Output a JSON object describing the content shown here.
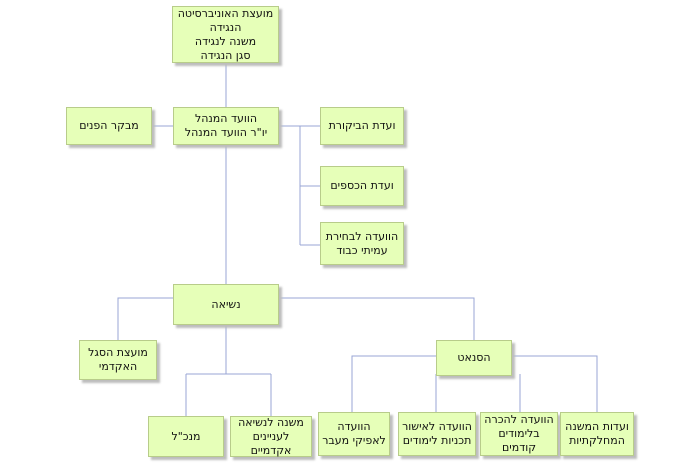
{
  "colors": {
    "box_fill": "#e6ffb8",
    "box_border": "#b8cc8a",
    "connector": "#98a6d4",
    "shadow": "#bdbdbd"
  },
  "nodes": {
    "university_council": {
      "lines": [
        "מועצת האוניברסיטה",
        "הנגידה",
        "משנה לנגידה",
        "סגן הנגידה"
      ]
    },
    "board": {
      "lines": [
        "הוועד המנהל",
        "יו\"ר הוועד המנהל"
      ]
    },
    "ombudsman": {
      "lines": [
        "מבקר הפנים"
      ]
    },
    "audit_committee": {
      "lines": [
        "ועדת הביקורת"
      ]
    },
    "finance_committee": {
      "lines": [
        "ועדת הכספים"
      ]
    },
    "honorary_committee": {
      "lines": [
        "הוועדה לבחירת",
        "עמיתי כבוד"
      ]
    },
    "president": {
      "lines": [
        "נשיאה"
      ]
    },
    "academic_staff_council": {
      "lines": [
        "מועצת הסגל",
        "האקדמי"
      ]
    },
    "senate": {
      "lines": [
        "הסנאט"
      ]
    },
    "director_general": {
      "lines": [
        "מנכ\"ל"
      ]
    },
    "vp_academic": {
      "lines": [
        "משנה לנשיאה",
        "לעניינים",
        "אקדמיים"
      ]
    },
    "transfer_committee": {
      "lines": [
        "הוועדה",
        "לאפיקי מעבר"
      ]
    },
    "curriculum_committee": {
      "lines": [
        "הוועדה לאישור",
        "תכניות לימודים"
      ]
    },
    "prior_learning_committee": {
      "lines": [
        "הוועדה להכרה",
        "בלימודים",
        "קודמים"
      ]
    },
    "departmental_committee": {
      "lines": [
        "ועדות המשנה",
        "המחלקתיות"
      ]
    }
  }
}
